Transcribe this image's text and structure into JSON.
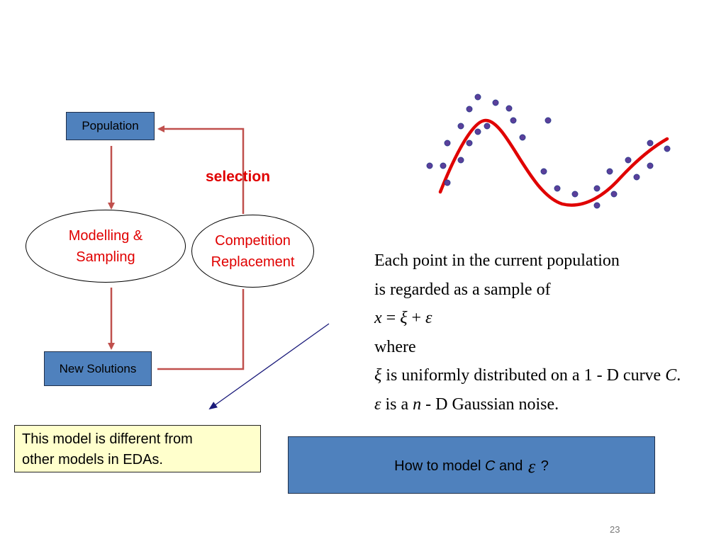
{
  "flow": {
    "population_label": "Population",
    "modelling_line1": "Modelling &",
    "modelling_line2": "Sampling",
    "competition_line1": "Competition",
    "competition_line2": "Replacement",
    "new_solutions_label": "New Solutions",
    "selection_label": "selection"
  },
  "note": {
    "line1": "This model is different from",
    "line2": "other models in EDAs."
  },
  "question": {
    "prefix": "How to model ",
    "C": "C",
    "mid": " and ",
    "epsilon": "ε",
    "suffix": " ?"
  },
  "math": {
    "line1": "Each point in the current population",
    "line2": "is regarded as a sample of",
    "eq_x": "x",
    "eq_eq": " = ",
    "eq_xi": "ξ",
    "eq_plus": " + ",
    "eq_eps": "ε",
    "line4": "where",
    "xi": "ξ",
    "line5_text": " is uniformly distributed on a 1 - D curve ",
    "line5_C": "C",
    "line5_end": ".",
    "eps": "ε",
    "line6_a": " is a ",
    "line6_n": "n",
    "line6_b": " - D Gaussian noise."
  },
  "slide_number": "23",
  "colors": {
    "arrow_red": "#c0504d",
    "curve_red": "#e00000",
    "point_fill": "#5b3f9a",
    "point_stroke": "#2f3f8f",
    "box_blue": "#4f81bd",
    "note_yellow": "#ffffcc",
    "pointer_navy": "#1a1a7a"
  }
}
